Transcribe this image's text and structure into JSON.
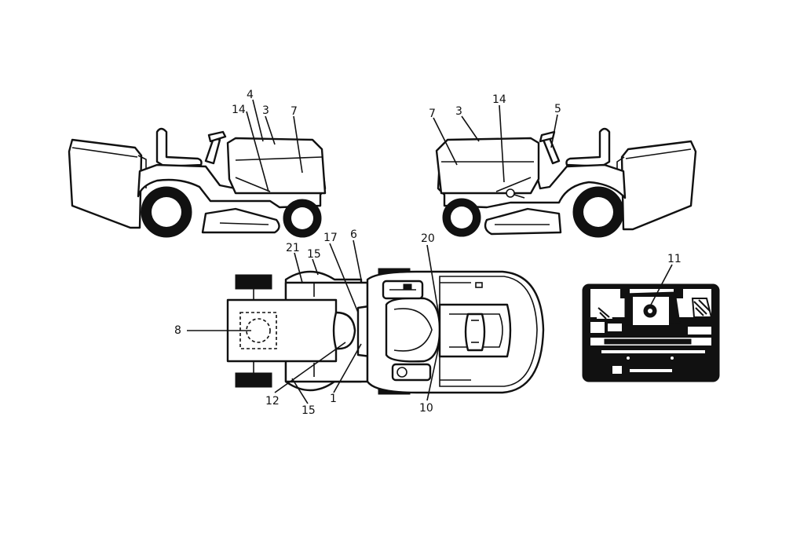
{
  "diagram": {
    "callouts": {
      "c1": "1",
      "c3a": "3",
      "c3b": "3",
      "c4": "4",
      "c5": "5",
      "c6": "6",
      "c7a": "7",
      "c7b": "7",
      "c8": "8",
      "c10": "10",
      "c11": "11",
      "c12": "12",
      "c14a": "14",
      "c14b": "14",
      "c15a": "15",
      "c15b": "15",
      "c17": "17",
      "c20": "20",
      "c21": "21"
    }
  }
}
